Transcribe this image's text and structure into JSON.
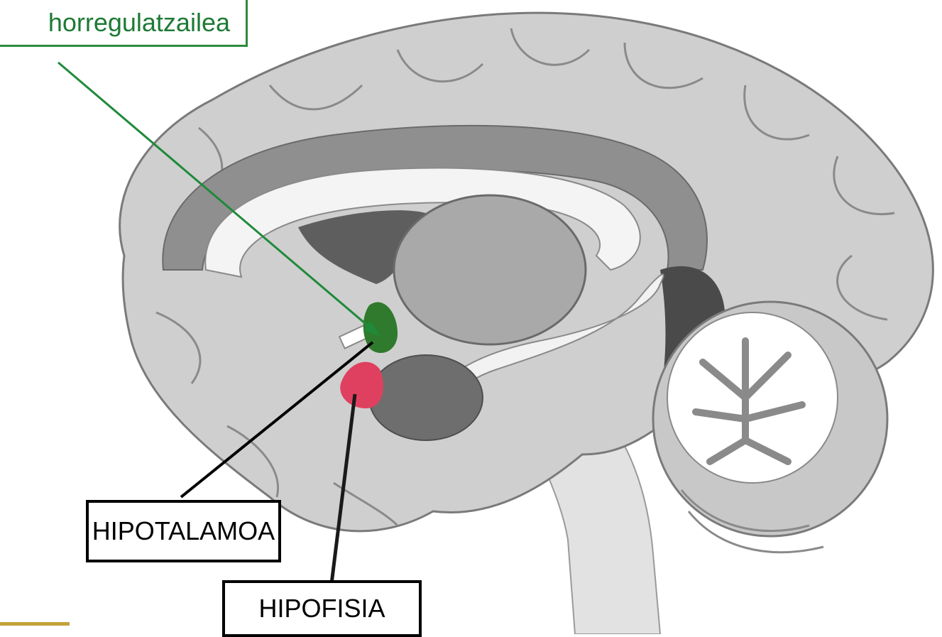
{
  "labels": {
    "neurohormone_center": "horregulatzailea",
    "hypothalamus": "HIPOTALAMOA",
    "pituitary": "HIPOFISIA"
  },
  "colors": {
    "neurohormone_highlight": "#2f7a2c",
    "pituitary_highlight": "#e0405f",
    "green_annotation": "#1e7a35",
    "accent_rule": "#c4a23a"
  },
  "illustration": "sagittal-brain-section"
}
